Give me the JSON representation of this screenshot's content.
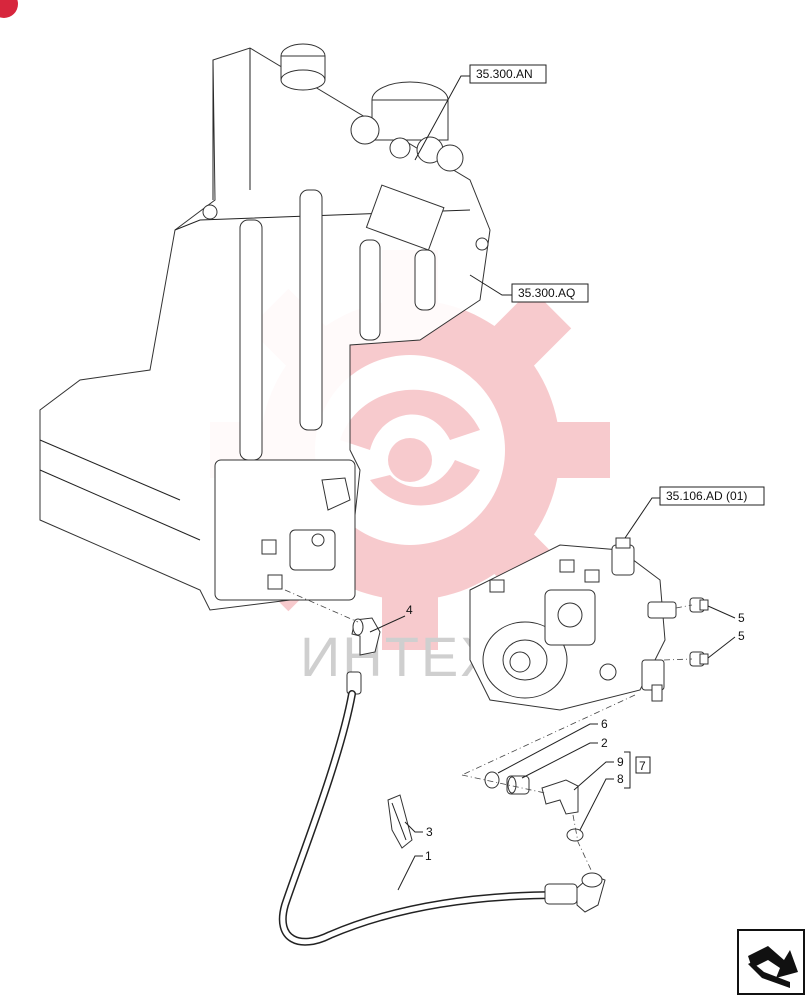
{
  "refs": {
    "an": "35.300.AN",
    "aq": "35.300.AQ",
    "ad": "35.106.AD (01)"
  },
  "callouts": {
    "c1": "1",
    "c2": "2",
    "c3": "3",
    "c4": "4",
    "c5a": "5",
    "c5b": "5",
    "c6": "6",
    "c7": "7",
    "c8": "8",
    "c9": "9"
  },
  "watermark": "ИНТЕХ",
  "colors": {
    "watermark_gear": "#f2a0a6",
    "corner_badge": "#d7263d",
    "line": "#222222"
  },
  "icons": {
    "nav": "next-page-arrow-icon",
    "badge": "brand-badge-icon",
    "gear": "gear-logo-icon"
  }
}
